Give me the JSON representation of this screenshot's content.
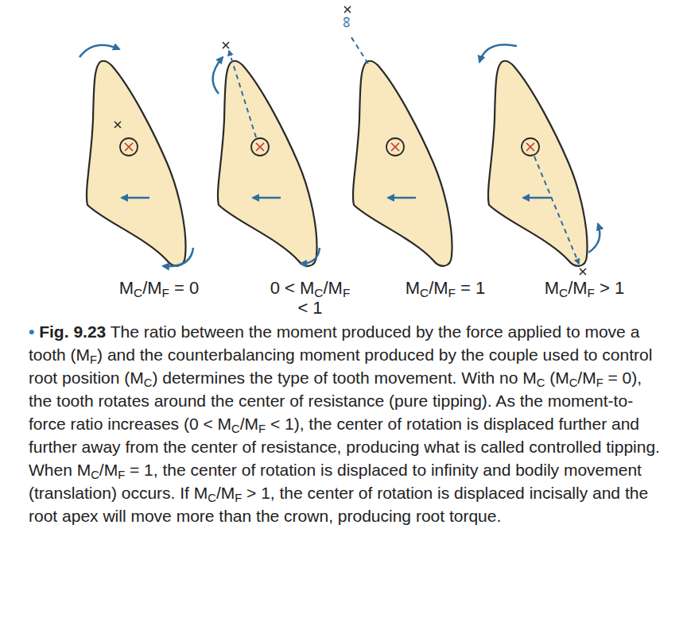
{
  "diagram": {
    "caption": "• Fig. 9.23 The ratio between the moment produced by the force applied to move a tooth (MF) and the counterbalancing moment produced by the couple used to control root position (MC) determines the type of tooth movement. With no MC (MC/MF = 0), the tooth rotates around the center of resistance (pure tipping). As the moment-to-force ratio increases (0 < MC/MF < 1), the center of rotation is displaced further and further away from the center of resistance, producing what is called controlled tipping. When MC/MF = 1, the center of rotation is displaced to infinity and bodily movement (translation) occurs. If MC/MF > 1, the center of rotation is displaced incisally and the root apex will move more than the crown, producing root torque.",
    "labels": [
      "∞",
      "MC/MF = 0",
      "0 < MC/MF < 1",
      "MC/MF = 1",
      "MC/MF > 1"
    ]
  }
}
